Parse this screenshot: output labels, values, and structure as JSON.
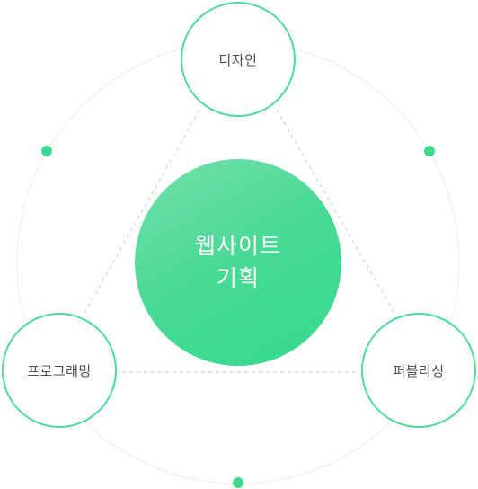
{
  "center": {
    "line1": "웹사이트",
    "line2": "기획"
  },
  "nodes": {
    "top": "디자인",
    "left": "프로그래밍",
    "right": "퍼블리싱"
  },
  "colors": {
    "accent": "#4cdb9a",
    "ring": "#e3f0ea",
    "dashed": "#c8ccca",
    "center_gradient_start": "#74e0a9",
    "center_gradient_end": "#32dc8e",
    "dot": "#3ed98f",
    "label_text": "#4f4f4f",
    "center_text": "#ffffff"
  }
}
